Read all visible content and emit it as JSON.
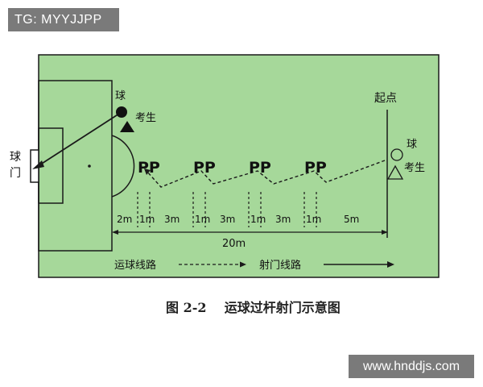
{
  "watermark_top": "TG: MYYJJPP",
  "watermark_bottom": "www.hnddjs.com",
  "diagram": {
    "goal_label_1": "球",
    "goal_label_2": "门",
    "ball_label_left": "球",
    "examinee_label_left": "考生",
    "start_label": "起点",
    "ball_label_right": "球",
    "examinee_label_right": "考生",
    "flag_text": "PP",
    "segments": [
      "2m",
      "1m",
      "3m",
      "1m",
      "3m",
      "1m",
      "3m",
      "1m",
      "5m"
    ],
    "total_distance": "20m",
    "legend_dribble": "运球线路",
    "legend_shoot": "射门线路",
    "caption_number": "图 2-2",
    "caption_title": "运球过杆射门示意图"
  },
  "colors": {
    "field": "#a6d89a",
    "line": "#1a1a1a",
    "watermark_bg": "#7a7a7a"
  }
}
